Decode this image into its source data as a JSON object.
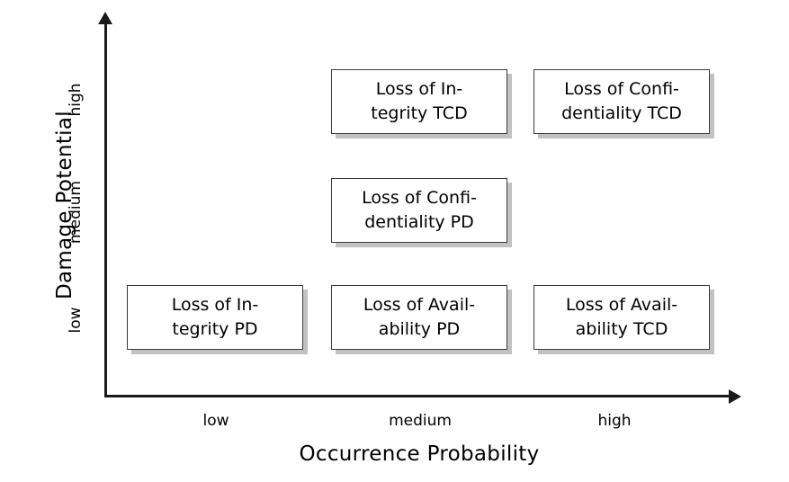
{
  "chart_data": {
    "type": "table",
    "title": "",
    "xlabel": "Occurrence Probability",
    "ylabel": "Damage Potential",
    "x_categories": [
      "low",
      "medium",
      "high"
    ],
    "y_categories": [
      "low",
      "medium",
      "high"
    ],
    "grid": false,
    "legend": "none",
    "cells": [
      {
        "x": "medium",
        "y": "high",
        "label": "Loss of In-\ntegrity TCD",
        "text": "Loss of In-tegrity TCD"
      },
      {
        "x": "high",
        "y": "high",
        "label": "Loss of Confi-\ndentiality TCD",
        "text": "Loss of Confi-dentiality TCD"
      },
      {
        "x": "medium",
        "y": "medium",
        "label": "Loss of Confi-\ndentiality PD",
        "text": "Loss of Confi-dentiality PD"
      },
      {
        "x": "low",
        "y": "low",
        "label": "Loss of In-\ntegrity PD",
        "text": "Loss of In-tegrity PD"
      },
      {
        "x": "medium",
        "y": "low",
        "label": "Loss of Avail-\nability PD",
        "text": "Loss of Avail-ability PD"
      },
      {
        "x": "high",
        "y": "low",
        "label": "Loss of Avail-\nability TCD",
        "text": "Loss of Avail-ability TCD"
      }
    ]
  },
  "axes": {
    "y_title": "Damage Potential",
    "x_title": "Occurrence Probability",
    "y_ticks": [
      "low",
      "medium",
      "high"
    ],
    "x_ticks": [
      "low",
      "medium",
      "high"
    ]
  },
  "colors": {
    "background": "#ffffff",
    "axis": "#1a1a1a",
    "box_border": "#3a3a3a",
    "box_fill": "#ffffff",
    "box_shadow": "#c2c2c2",
    "text": "#000000"
  }
}
